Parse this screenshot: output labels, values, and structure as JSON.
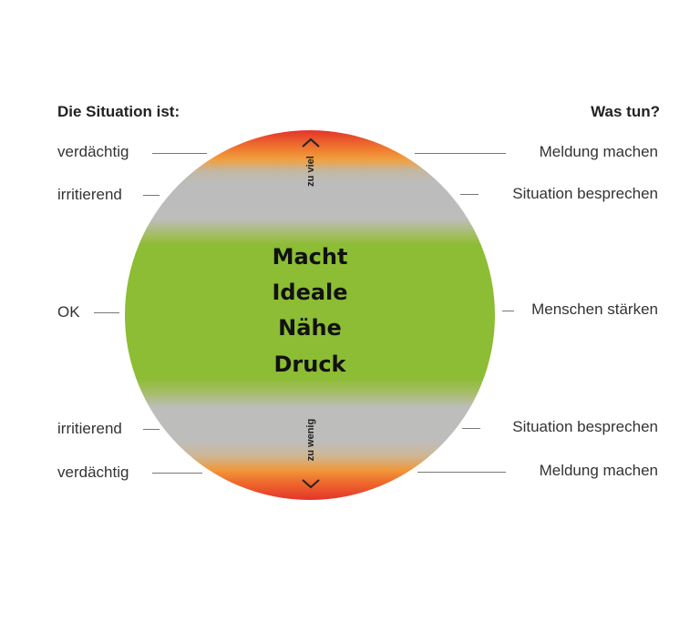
{
  "left_header": "Die Situation ist:",
  "right_header": "Was tun?",
  "left_labels": [
    "verdächtig",
    "irritierend",
    "OK",
    "irritierend",
    "verdächtig"
  ],
  "right_labels": [
    "Meldung machen",
    "Situation besprechen",
    "Menschen stärken",
    "Situation besprechen",
    "Meldung machen"
  ],
  "center_words": [
    "Macht",
    "Ideale",
    "Nähe",
    "Druck"
  ],
  "top_axis": "zu viel",
  "bottom_axis": "zu wenig",
  "colors": {
    "red": "#e3342c",
    "orange": "#ef7a2e",
    "gray": "#bdbdbc",
    "green": "#8cbd34"
  }
}
